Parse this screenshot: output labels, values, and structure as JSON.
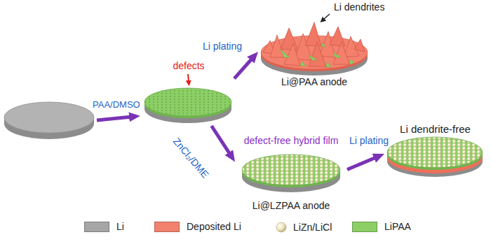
{
  "diagram": {
    "nodes": [
      {
        "text": [
          "defects"
        ]
      },
      {
        "text": [
          "Li@PAA anode"
        ]
      },
      {
        "text": [
          "defect-free hybrid film",
          "Li@LZPAA anode"
        ]
      },
      {
        "text": [
          "Li dendrite-free"
        ]
      }
    ],
    "edges": [
      {
        "from": 0,
        "to": 1,
        "arrow": "to",
        "label": "Li plating"
      },
      {
        "from": 0,
        "to": 2,
        "arrow": "to",
        "label": "ZnCl₂/DME"
      },
      {
        "from": 2,
        "to": 3,
        "arrow": "to",
        "label": "Li plating"
      }
    ],
    "labels": [
      "PAA/DMSO",
      "Li dendrites"
    ],
    "legend": [
      {
        "text": "Li",
        "color": "#a6a6a6"
      },
      {
        "text": "Deposited Li",
        "color": "#f2826e"
      },
      {
        "text": "LiZn/LiCl"
      },
      {
        "text": "LiPAA",
        "color": "#8ccf66"
      }
    ]
  }
}
